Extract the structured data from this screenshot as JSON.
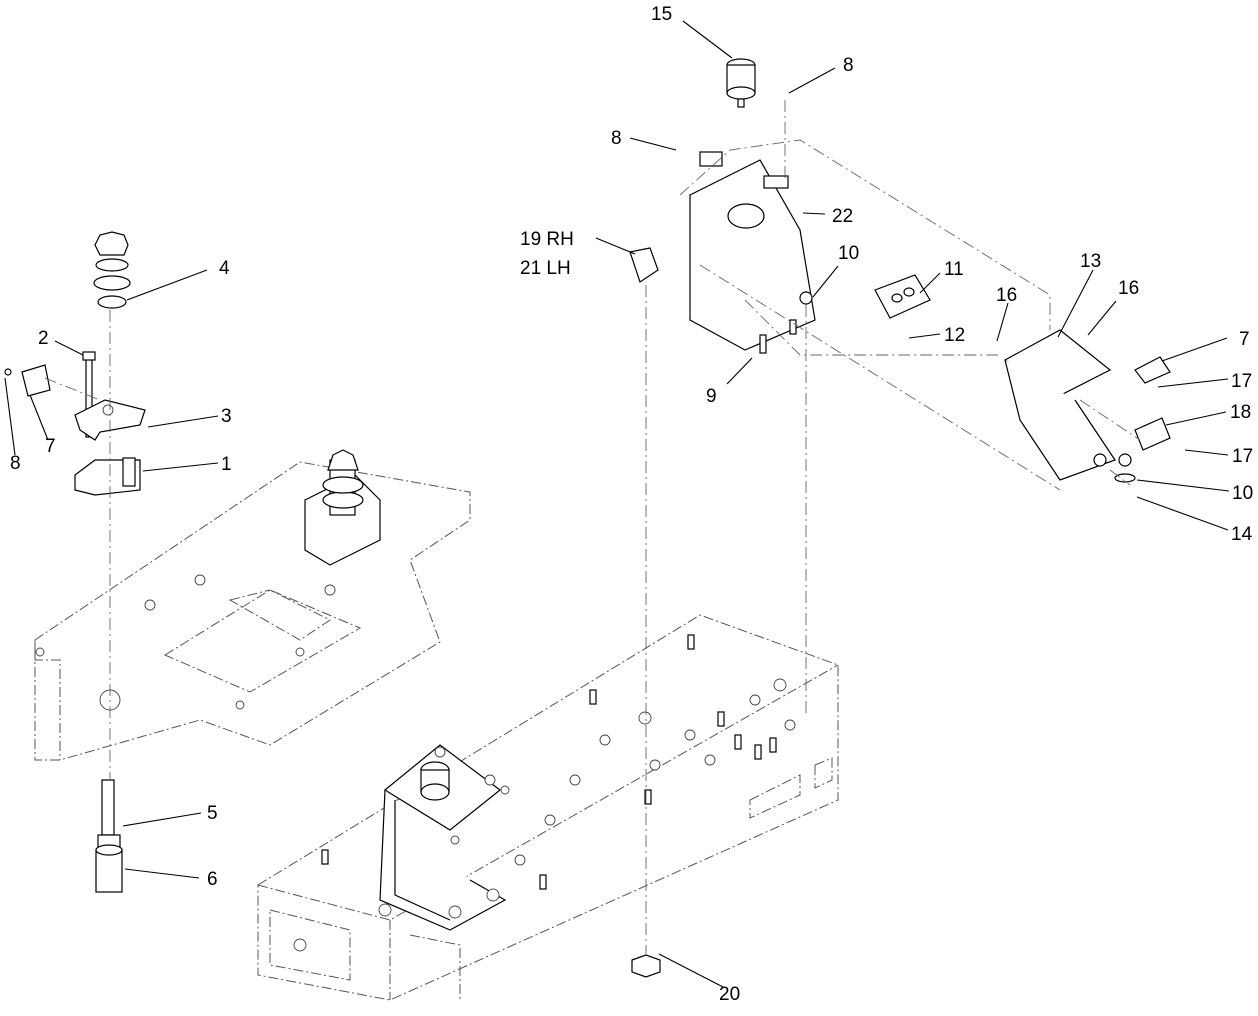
{
  "diagram": {
    "callouts": [
      {
        "id": "c15",
        "text": "15"
      },
      {
        "id": "c8a",
        "text": "8"
      },
      {
        "id": "c8b",
        "text": "8"
      },
      {
        "id": "c22",
        "text": "22"
      },
      {
        "id": "c19",
        "text": "19 RH"
      },
      {
        "id": "c21",
        "text": "21 LH"
      },
      {
        "id": "c10a",
        "text": "10"
      },
      {
        "id": "c11",
        "text": "11"
      },
      {
        "id": "c13",
        "text": "13"
      },
      {
        "id": "c16a",
        "text": "16"
      },
      {
        "id": "c16b",
        "text": "16"
      },
      {
        "id": "c12",
        "text": "12"
      },
      {
        "id": "c9",
        "text": "9"
      },
      {
        "id": "c7a",
        "text": "7"
      },
      {
        "id": "c17a",
        "text": "17"
      },
      {
        "id": "c18",
        "text": "18"
      },
      {
        "id": "c17b",
        "text": "17"
      },
      {
        "id": "c10b",
        "text": "10"
      },
      {
        "id": "c14",
        "text": "14"
      },
      {
        "id": "c4",
        "text": "4"
      },
      {
        "id": "c2",
        "text": "2"
      },
      {
        "id": "c3",
        "text": "3"
      },
      {
        "id": "c8c",
        "text": "8"
      },
      {
        "id": "c7b",
        "text": "7"
      },
      {
        "id": "c1",
        "text": "1"
      },
      {
        "id": "c5",
        "text": "5"
      },
      {
        "id": "c6",
        "text": "6"
      },
      {
        "id": "c20",
        "text": "20"
      }
    ]
  }
}
